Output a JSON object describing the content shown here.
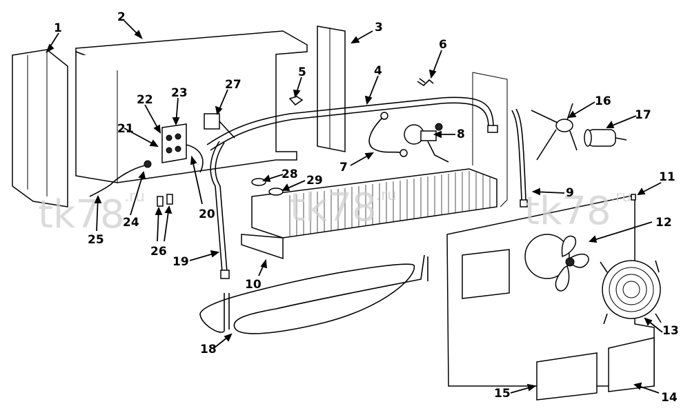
{
  "callouts": [
    {
      "id": "c1",
      "label": "1"
    },
    {
      "id": "c2",
      "label": "2"
    },
    {
      "id": "c3",
      "label": "3"
    },
    {
      "id": "c4",
      "label": "4"
    },
    {
      "id": "c5",
      "label": "5"
    },
    {
      "id": "c6",
      "label": "6"
    },
    {
      "id": "c7",
      "label": "7"
    },
    {
      "id": "c8",
      "label": "8"
    },
    {
      "id": "c9",
      "label": "9"
    },
    {
      "id": "c10",
      "label": "10"
    },
    {
      "id": "c11",
      "label": "11"
    },
    {
      "id": "c12",
      "label": "12"
    },
    {
      "id": "c13",
      "label": "13"
    },
    {
      "id": "c14",
      "label": "14"
    },
    {
      "id": "c15",
      "label": "15"
    },
    {
      "id": "c16",
      "label": "16"
    },
    {
      "id": "c17",
      "label": "17"
    },
    {
      "id": "c18",
      "label": "18"
    },
    {
      "id": "c19",
      "label": "19"
    },
    {
      "id": "c20",
      "label": "20"
    },
    {
      "id": "c21",
      "label": "21"
    },
    {
      "id": "c22",
      "label": "22"
    },
    {
      "id": "c23",
      "label": "23"
    },
    {
      "id": "c24",
      "label": "24"
    },
    {
      "id": "c25",
      "label": "25"
    },
    {
      "id": "c26",
      "label": "26"
    },
    {
      "id": "c27",
      "label": "27"
    },
    {
      "id": "c28",
      "label": "28"
    },
    {
      "id": "c29",
      "label": "29"
    }
  ],
  "watermark": {
    "main": "tk78",
    "suffix": ".ru"
  }
}
